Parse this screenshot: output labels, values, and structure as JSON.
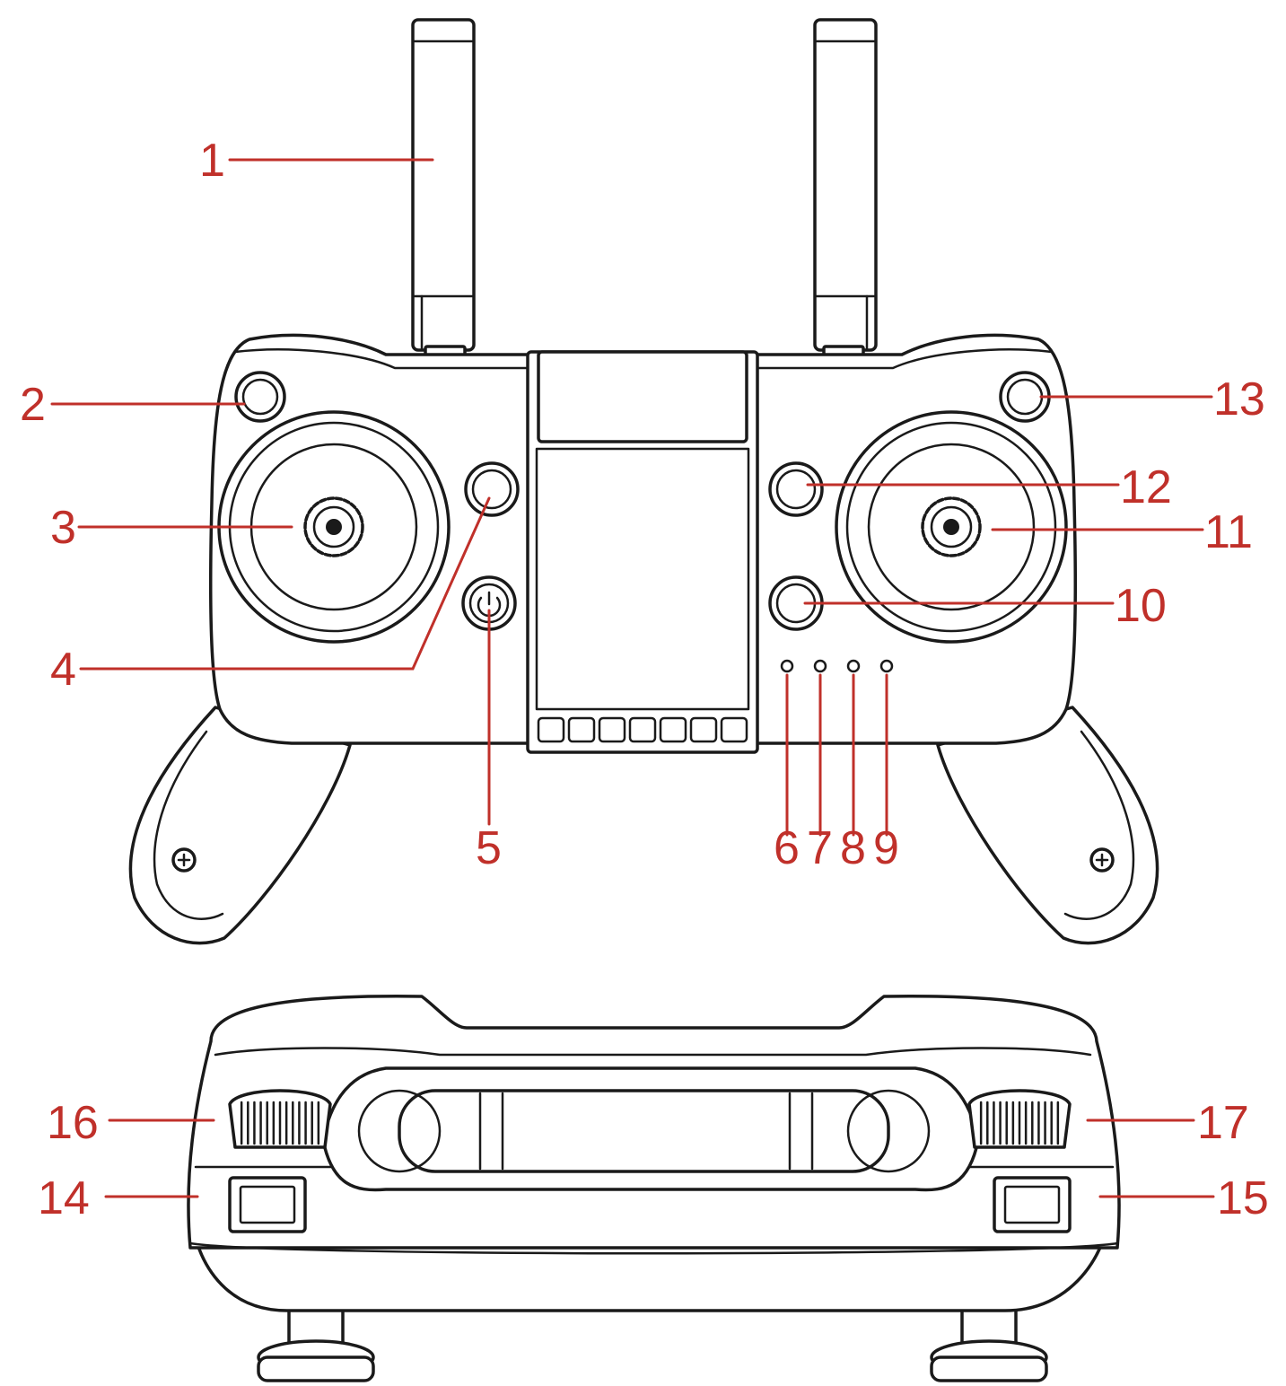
{
  "callout_color": "#c0302a",
  "line_color": "#1a1a1a",
  "callouts": {
    "c1": "1",
    "c2": "2",
    "c3": "3",
    "c4": "4",
    "c5": "5",
    "c6": "6",
    "c7": "7",
    "c8": "8",
    "c9": "9",
    "c10": "10",
    "c11": "11",
    "c12": "12",
    "c13": "13",
    "c14": "14",
    "c15": "15",
    "c16": "16",
    "c17": "17"
  }
}
